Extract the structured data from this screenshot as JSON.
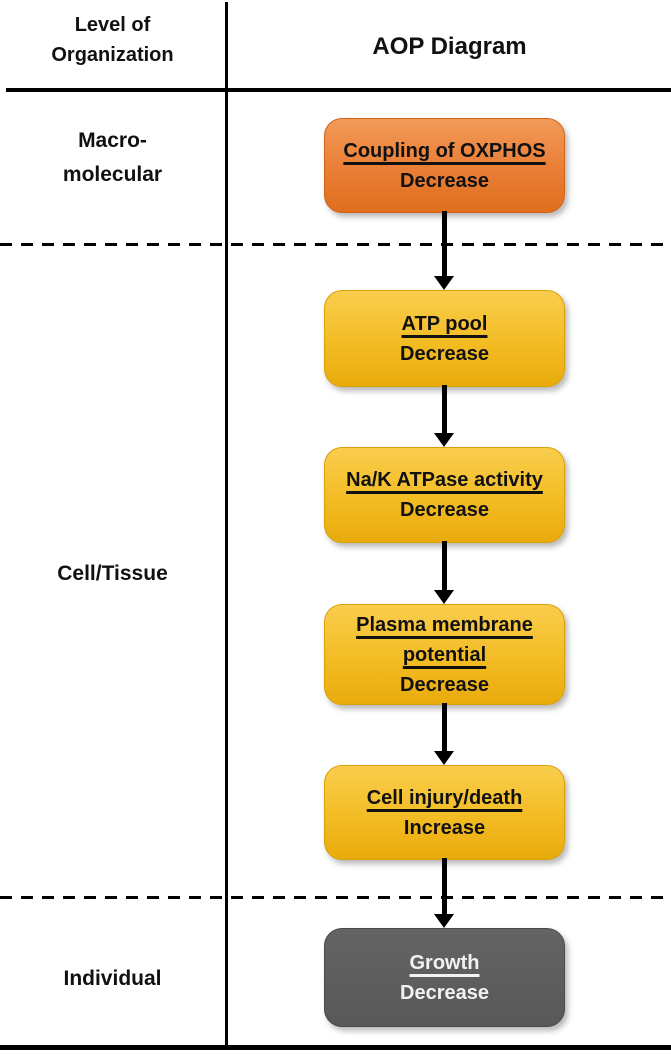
{
  "header": {
    "left_title": "Level of\nOrganization",
    "right_title": "AOP Diagram"
  },
  "levels": [
    {
      "label": "Macro-\nmolecular"
    },
    {
      "label": "Cell/Tissue"
    },
    {
      "label": "Individual"
    }
  ],
  "nodes": [
    {
      "title": "Coupling of OXPHOS",
      "change": "Decrease"
    },
    {
      "title": "ATP pool",
      "change": "Decrease"
    },
    {
      "title": "Na/K ATPase activity",
      "change": "Decrease"
    },
    {
      "title": "Plasma membrane potential",
      "change": "Decrease"
    },
    {
      "title": "Cell injury/death",
      "change": "Increase"
    },
    {
      "title": "Growth",
      "change": "Decrease"
    }
  ],
  "colors": {
    "mie_fill_top": "#F29A58",
    "mie_fill_bottom": "#E06E1E",
    "key_event_fill_top": "#F9CD4D",
    "key_event_fill_bottom": "#E9AB0C",
    "adverse_outcome_fill": "#595959",
    "adverse_outcome_text": "#F2F2F2",
    "line_color": "#000000",
    "background": "#FFFFFF"
  }
}
